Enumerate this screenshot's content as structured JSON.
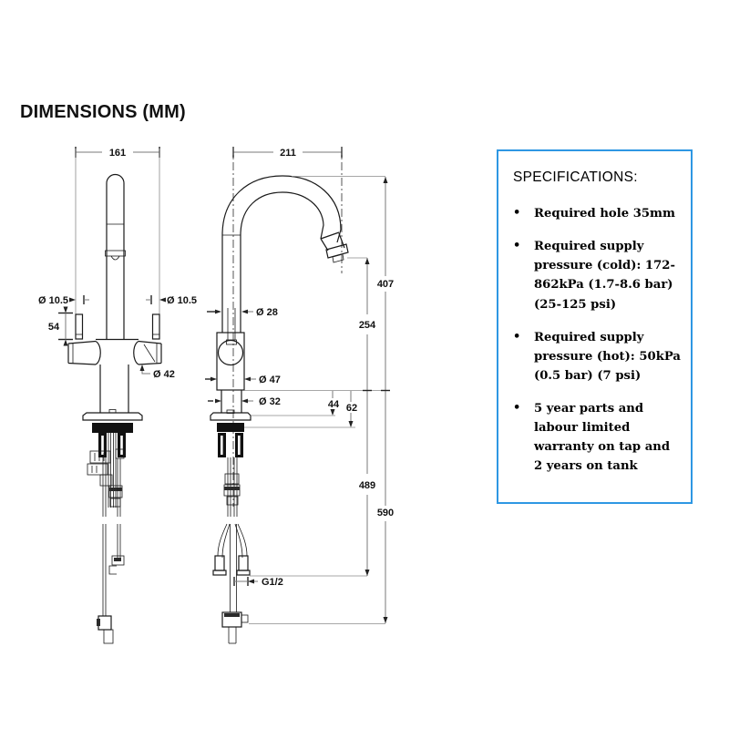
{
  "page": {
    "title": "DIMENSIONS (MM)"
  },
  "colors": {
    "spec_border": "#2e97e3",
    "outline": "#1a1a1a",
    "dim_line": "#7a7a7a"
  },
  "drawing": {
    "front": {
      "width": "161",
      "dia_handle_l": "Ø 10.5",
      "dia_handle_r": "Ø 10.5",
      "handle_h": "54",
      "dia_body": "Ø 42"
    },
    "side": {
      "reach": "211",
      "h_total": "407",
      "h_outlet": "254",
      "dia_spout": "Ø 28",
      "dia_body": "Ø 47",
      "dia_shank": "Ø 32",
      "deck_a": "44",
      "deck_b": "62",
      "below_hose": "489",
      "below_total": "590",
      "thread": "G1/2"
    }
  },
  "specs": {
    "title": "SPECIFICATIONS:",
    "bullet": "•",
    "items": [
      "Required hole 35mm",
      "Required supply pressure (cold): 172-862kPa (1.7-8.6 bar) (25-125 psi)",
      "Required supply pressure (hot): 50kPa (0.5 bar) (7 psi)",
      "5 year parts and labour limited warranty on tap and 2 years on tank"
    ]
  }
}
